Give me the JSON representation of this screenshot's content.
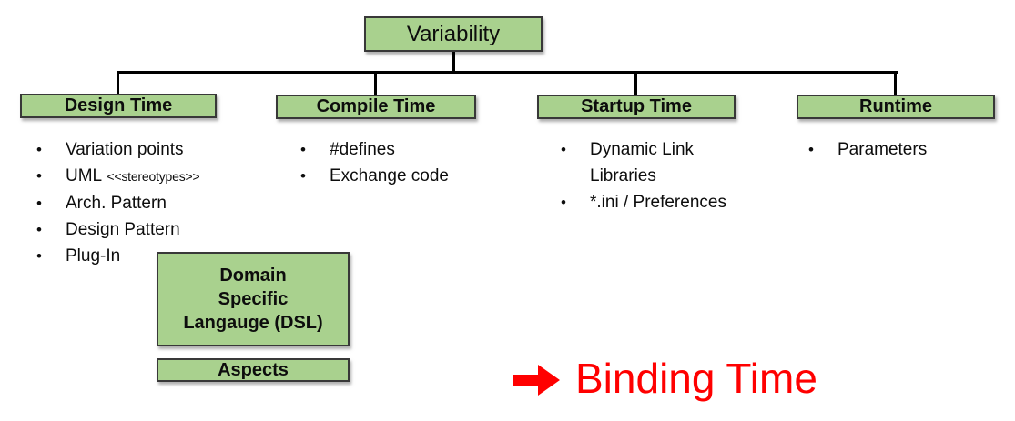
{
  "colors": {
    "box_fill": "#a9d18e",
    "box_border": "#383838",
    "connector": "#000000",
    "annotation_red": "#ff0000",
    "text": "#0d0d0d"
  },
  "tree": {
    "root_label": "Variability",
    "branches": [
      {
        "header": "Design Time",
        "items": [
          {
            "text": "Variation points"
          },
          {
            "text": "UML",
            "note": "<<stereotypes>>"
          },
          {
            "text": "Arch. Pattern"
          },
          {
            "text": "Design Pattern"
          },
          {
            "text": "Plug-In"
          }
        ]
      },
      {
        "header": "Compile Time",
        "items": [
          {
            "text": "#defines"
          },
          {
            "text": "Exchange code"
          }
        ]
      },
      {
        "header": "Startup Time",
        "items": [
          {
            "text": "Dynamic Link Libraries"
          },
          {
            "text": "*.ini / Preferences"
          }
        ]
      },
      {
        "header": "Runtime",
        "items": [
          {
            "text": "Parameters"
          }
        ]
      }
    ]
  },
  "detail_boxes": {
    "dsl_label": "Domain\nSpecific\nLangauge (DSL)",
    "aspects_label": "Aspects"
  },
  "annotation": {
    "arrow_icon": "right-arrow-icon",
    "label": "Binding Time"
  },
  "bullet_glyph": "•"
}
